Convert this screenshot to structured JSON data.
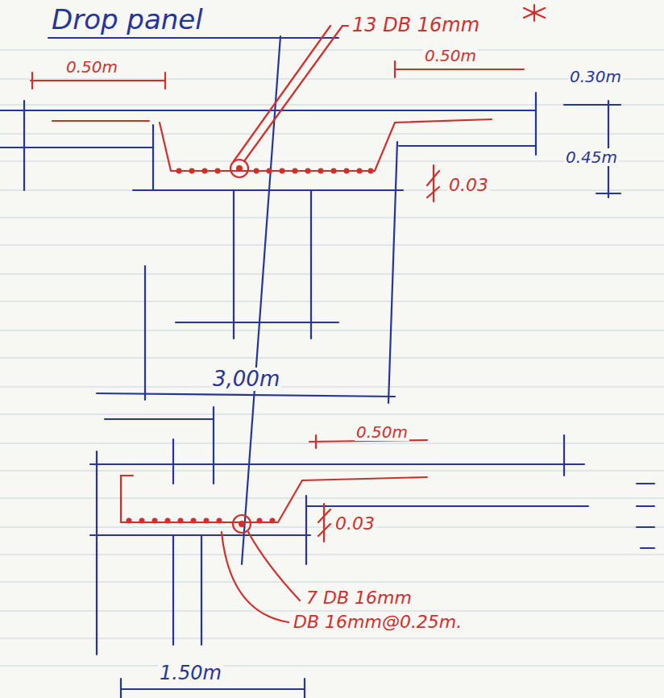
{
  "diagram": {
    "title": "Drop panel",
    "labels": [
      "13 DB 16mm",
      "0.50m",
      "0.50m",
      "0.30m",
      "0.45m",
      "0.03",
      "3,00m",
      "0.50m",
      "0.03",
      "7 DB 16mm",
      "DB 16mm@0.25m.",
      "1.50m"
    ]
  }
}
